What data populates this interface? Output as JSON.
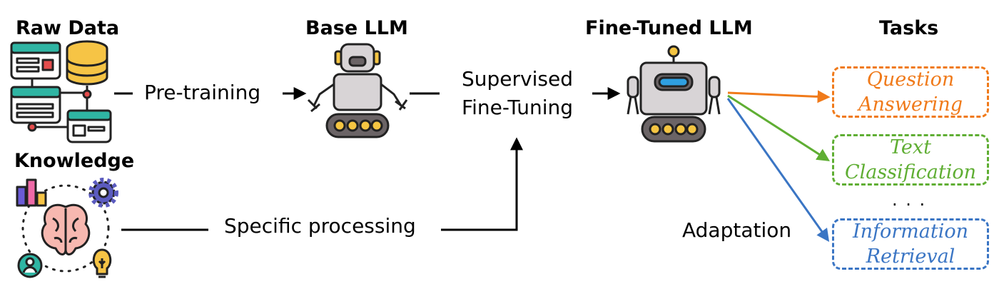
{
  "headings": {
    "raw_data": "Raw Data",
    "knowledge": "Knowledge",
    "base_llm": "Base LLM",
    "fine_tuned_llm": "Fine-Tuned LLM",
    "tasks": "Tasks"
  },
  "edges": {
    "pretraining": "Pre-training",
    "supervised_line1": "Supervised",
    "supervised_line2": "Fine-Tuning",
    "specific_processing": "Specific processing",
    "adaptation": "Adaptation"
  },
  "tasks": [
    {
      "line1": "Question",
      "line2": "Answering",
      "color": "#f07a1a"
    },
    {
      "line1": "Text",
      "line2": "Classification",
      "color": "#5fae33"
    },
    {
      "line1": "Information",
      "line2": "Retrieval",
      "color": "#3a75c4"
    }
  ],
  "ellipsis": ". . .",
  "colors": {
    "teal": "#2fb5a3",
    "db_gold": "#f6c445",
    "robot_gray": "#d8d4d6",
    "robot_dark": "#6b6466",
    "wheel_yellow": "#f5c542",
    "visor_blue": "#2f9fe0",
    "brain_pink": "#f7b8b0",
    "gear_purple": "#5b5bbf",
    "bulb_yellow": "#f6c445",
    "bar_pink": "#ee6aa7",
    "bar_purple": "#6b5bd6"
  }
}
